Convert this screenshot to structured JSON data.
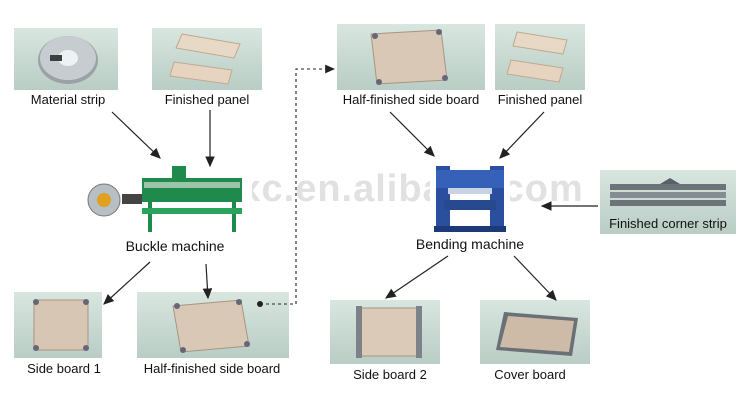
{
  "nodes": {
    "material_strip": "Material strip",
    "finished_panel_left": "Finished panel",
    "buckle_machine": "Buckle machine",
    "side_board_1": "Side board 1",
    "half_finished_side_board_bottom": "Half-finished side board",
    "half_finished_side_board_top": "Half-finished side board",
    "finished_panel_right": "Finished panel",
    "bending_machine": "Bending machine",
    "finished_corner_strip": "Finished corner strip",
    "side_board_2": "Side board 2",
    "cover_board": "Cover board"
  },
  "watermark": "cjyjbjxc.en.alibaba.com",
  "colors": {
    "photo_bg": "#c7d8d1",
    "machine_green": "#1f8a4c",
    "press_blue": "#2a4f9e",
    "board_wood": "#d8c6b4",
    "arrow": "#222222"
  }
}
